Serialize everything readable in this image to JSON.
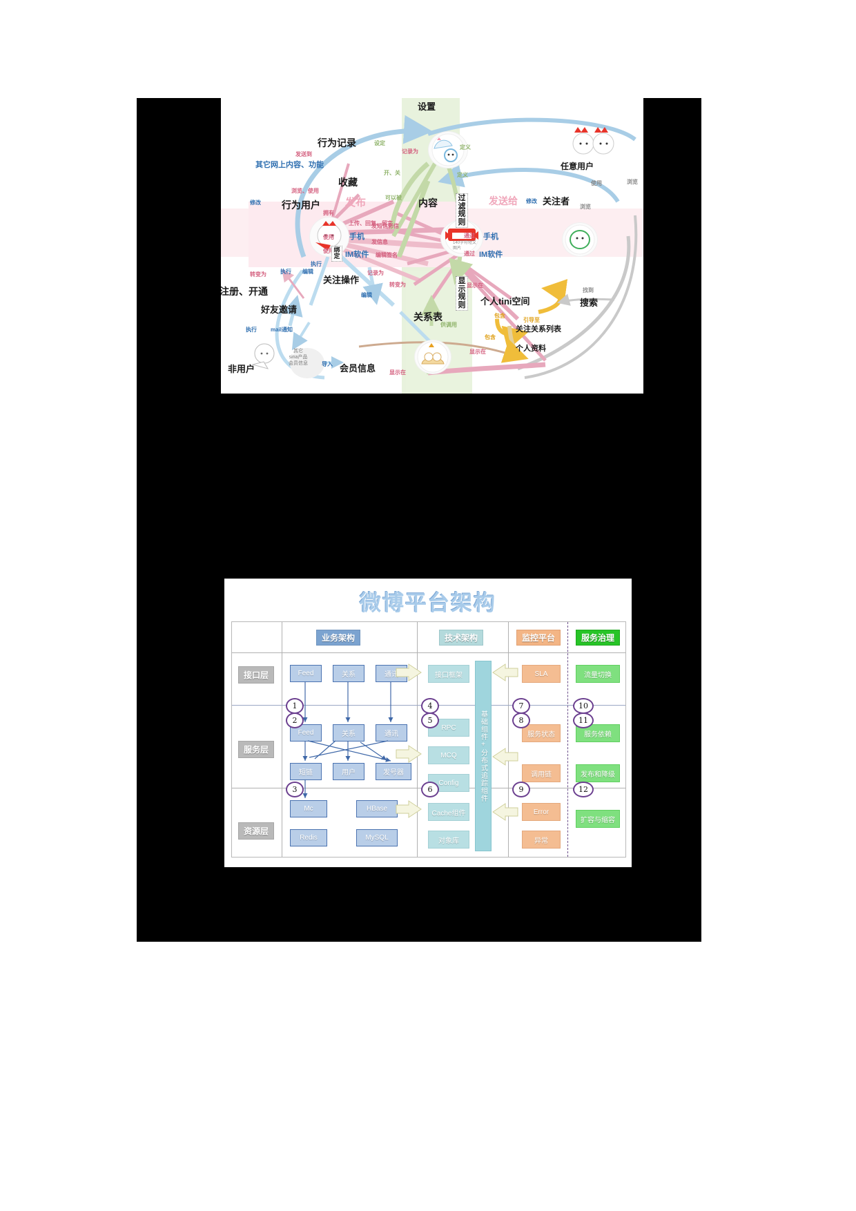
{
  "page": {
    "background": "#ffffff",
    "canvas_color": "#000000"
  },
  "figure1": {
    "name": "weibo-product-mindmap",
    "nodes": {
      "behavior_record": "行为记录",
      "other_web_content": "其它网上内容、功能",
      "favorite": "收藏",
      "behavior_user": "行为用户",
      "publish": "发布",
      "settings": "设置",
      "content": "内容",
      "send_to": "发送给",
      "follower": "关注者",
      "any_user": "任意用户",
      "filter_rule": "过滤规则",
      "display_rule": "显示规则",
      "phone_left": "手机",
      "im_left": "IM软件",
      "phone_right": "手机",
      "im_right": "IM软件",
      "follow_action": "关注操作",
      "register_open": "注册、开通",
      "friend_invite": "好友邀请",
      "non_user": "非用户",
      "member_info": "会员信息",
      "relation_table": "关系表",
      "personal_tini_space": "个人tini空间",
      "follow_relation_list": "关注关系列表",
      "personal_profile": "个人资料",
      "search": "搜索",
      "other_sina_products": "其它\nsina产品\n会员信息",
      "content_caption": "140字符短文\n图片"
    },
    "edges": {
      "send_to_record": "发送到",
      "browse_use": "浏览、使用",
      "modify_left": "修改",
      "own": "拥有",
      "upload_reply_msg": "上传、回复、留言",
      "record_as": "记录为",
      "set": "设定",
      "define1": "定义",
      "define2": "定义",
      "on_off": "开、关",
      "can_be": "可以被",
      "sms_mms": "发短信彩信",
      "send_message": "发信息",
      "edit_signature": "编辑签名",
      "record_as2": "记录为",
      "use1": "使用",
      "use2": "使用",
      "bind": "绑定",
      "execute1": "执行",
      "edit1": "编辑",
      "execute2": "执行",
      "execute3": "执行",
      "edit2": "编辑",
      "mail_notify": "mail通知",
      "become": "转变为",
      "become2": "转变为",
      "pass1": "通过",
      "pass2": "通过",
      "modify_right": "修改",
      "browse_right": "浏览",
      "use_right": "使用",
      "browse_right2": "浏览",
      "display_on1": "显示在",
      "display_on2": "显示在",
      "display_on3": "显示在",
      "for_call": "供调用",
      "contains1": "包含",
      "contains2": "包含",
      "guide_to": "引导至",
      "found": "找到",
      "import": "导入"
    },
    "colors": {
      "blue": "#2f6fb0",
      "pink": "#d4607f",
      "green": "#8fb36a",
      "gray": "#8a8a8a",
      "orange": "#e0a21c",
      "band_green": "#e8f2dd",
      "band_pink": "#fdeef1"
    }
  },
  "figure2": {
    "name": "weibo-platform-architecture",
    "title": "微博平台架构",
    "column_headers": [
      {
        "label": "业务架构",
        "color": "#7ba3d0"
      },
      {
        "label": "技术架构",
        "color": "#b4dadc"
      },
      {
        "label": "监控平台",
        "color": "#f3b585"
      },
      {
        "label": "服务治理",
        "color": "#27c427"
      }
    ],
    "row_headers": [
      "接口层",
      "服务层",
      "资源层"
    ],
    "badges": [
      "1",
      "2",
      "3",
      "4",
      "5",
      "6",
      "7",
      "8",
      "9",
      "10",
      "11",
      "12"
    ],
    "business": {
      "interface_layer": [
        "Feed",
        "关系",
        "通讯"
      ],
      "service_layer_top": [
        "Feed",
        "关系",
        "通讯"
      ],
      "service_layer_bottom": [
        "短链",
        "用户",
        "发号器"
      ],
      "resource_layer_top": [
        "Mc",
        "HBase"
      ],
      "resource_layer_bottom": [
        "Redis",
        "MySQL"
      ]
    },
    "technology": {
      "interface_layer": [
        "接口框架"
      ],
      "service_layer": [
        "RPC",
        "MCQ",
        "Config"
      ],
      "resource_layer": [
        "Cache组件",
        "对象库"
      ],
      "vertical_bar": "基础组件+分布式追踪组件"
    },
    "monitor": {
      "interface_layer": [
        "SLA"
      ],
      "service_layer": [
        "服务状态",
        "调用链"
      ],
      "resource_layer": [
        "Error",
        "异常"
      ]
    },
    "governance": {
      "interface_layer": [
        "流量切换"
      ],
      "service_layer": [
        "服务依赖",
        "发布和降级"
      ],
      "resource_layer": [
        "扩容与缩容"
      ]
    }
  }
}
